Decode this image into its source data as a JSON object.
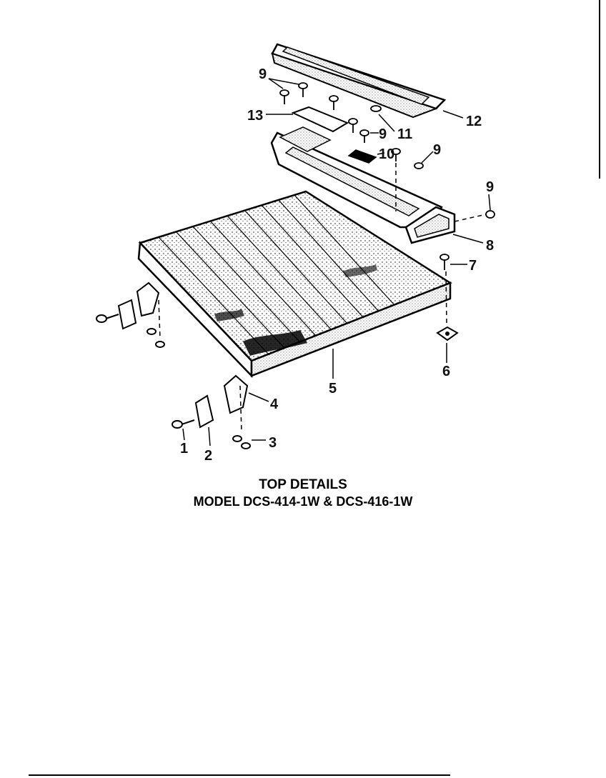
{
  "caption": {
    "title": "TOP DETAILS",
    "model": "MODEL DCS-414-1W & DCS-416-1W"
  },
  "callouts": [
    "1",
    "2",
    "3",
    "4",
    "5",
    "6",
    "7",
    "8",
    "9",
    "10",
    "11",
    "12",
    "13"
  ],
  "colors": {
    "ink": "#000000",
    "paper": "#ffffff"
  }
}
